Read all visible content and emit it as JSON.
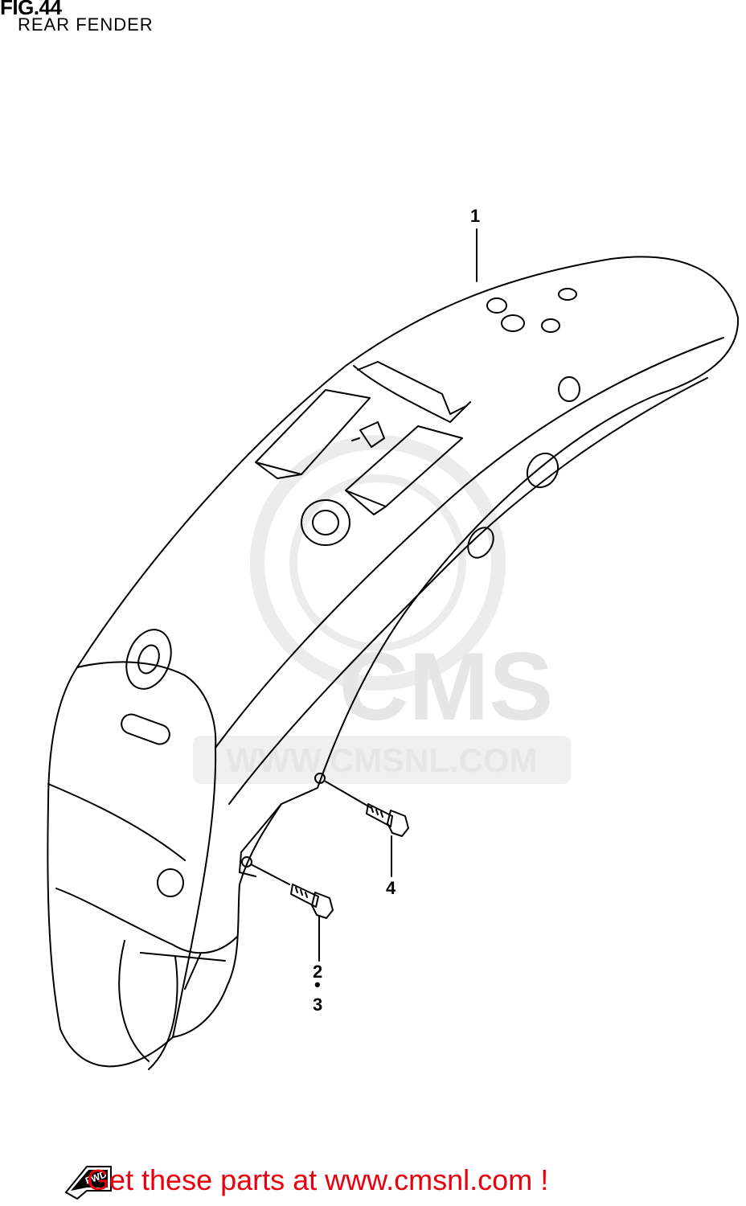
{
  "header": {
    "fig_label": "FIG.44",
    "title": "REAR FENDER"
  },
  "callouts": {
    "c1": "1",
    "c2": "2",
    "dot": "•",
    "c3": "3",
    "c4": "4"
  },
  "watermark": {
    "brand": "CMS",
    "url": "WWW.CMSNL.COM"
  },
  "badge": {
    "label": "FWD"
  },
  "footer": {
    "text": "Get these parts at www.cmsnl.com !"
  },
  "colors": {
    "footer_text": "#e8000e",
    "watermark": "#e6e6e6",
    "line": "#000000"
  }
}
